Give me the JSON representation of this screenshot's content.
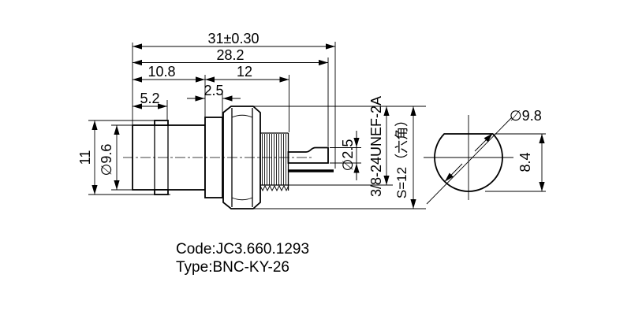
{
  "drawing": {
    "title_block": {
      "code": "Code:JC3.660.1293",
      "type": "Type:BNC-KY-26"
    },
    "top_dims": {
      "overall_length": "31±0.30",
      "body_length": "28.2",
      "front_length": "10.8",
      "rear_length": "12",
      "bayonet_offset": "5.2",
      "flange_thickness": "2.5"
    },
    "left_dims": {
      "lug_span": "11",
      "coupling_diameter": "∅9.6"
    },
    "right_dims": {
      "contact_diameter": "∅2.5",
      "thread_spec": "3/8-24UNEF-2A",
      "hex_across_flats": "S=12（六角）"
    },
    "cutout_view_dims": {
      "hole_diameter": "∅9.8",
      "flat_height": "8.4"
    },
    "colors": {
      "line": "#000000",
      "background": "#ffffff"
    }
  }
}
